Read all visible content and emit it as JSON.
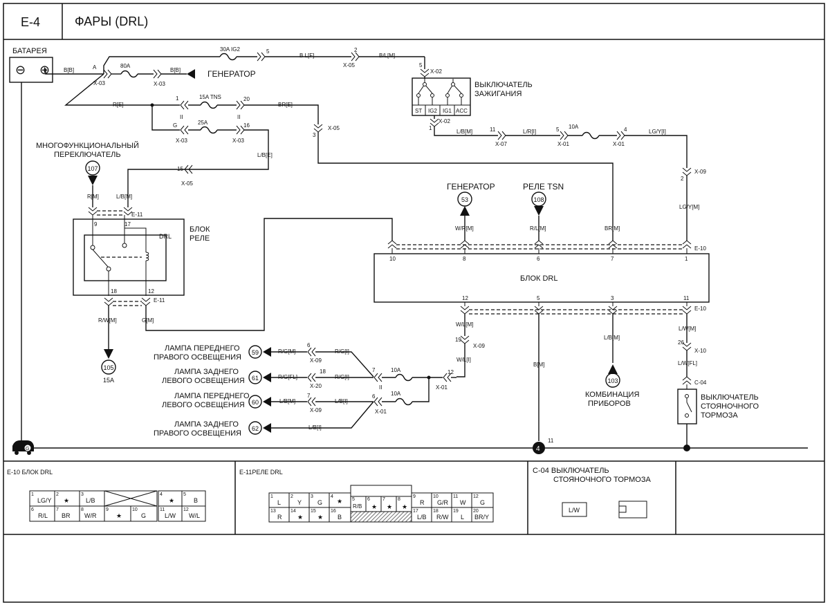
{
  "header": {
    "code": "E-4",
    "title": "ФАРЫ (DRL)"
  },
  "battery": {
    "label": "БАТАРЕЯ",
    "minus": "⊖",
    "plus": "⊕"
  },
  "ignition_switch": {
    "label_l1": "ВЫКЛЮЧАТЕЛЬ",
    "label_l2": "ЗАЖИГАНИЯ",
    "pins": [
      "ST",
      "IG2",
      "IG1",
      "ACC"
    ]
  },
  "multi_switch": {
    "label_l1": "МНОГОФУНКЦИОНАЛЬНЫЙ",
    "label_l2": "ПЕРЕКЛЮЧАТЕЛЬ",
    "ref": "107"
  },
  "relay_block": {
    "label_l1": "БЛОК",
    "label_l2": "РЕЛЕ",
    "inner": "DRL"
  },
  "drl_block": {
    "label": "БЛОК DRL"
  },
  "refs": {
    "generator": {
      "label": "ГЕНЕРАТОР",
      "num": "53"
    },
    "tsn": {
      "label": "РЕЛЕ TSN",
      "num": "108"
    },
    "cluster": {
      "label_l1": "КОМБИНАЦИЯ",
      "label_l2": "ПРИБОРОВ",
      "num": "103"
    },
    "fuse15": {
      "num": "105",
      "sub": "15A"
    },
    "generator_arrow": "ГЕНЕРАТОР",
    "ground4": "4"
  },
  "lamps": [
    {
      "l1": "ЛАМПА ПЕРЕДНЕГО",
      "l2": "ПРАВОГО ОСВЕЩЕНИЯ",
      "num": "59"
    },
    {
      "l1": "ЛАМПА ЗАДНЕГО",
      "l2": "ЛЕВОГО ОСВЕЩЕНИЯ",
      "num": "61"
    },
    {
      "l1": "ЛАМПА ПЕРЕДНЕГО",
      "l2": "ЛЕВОГО ОСВЕЩЕНИЯ",
      "num": "60"
    },
    {
      "l1": "ЛАМПА ЗАДНЕГО",
      "l2": "ПРАВОГО ОСВЕЩЕНИЯ",
      "num": "62"
    }
  ],
  "brake_switch": {
    "l1": "ВЫКЛЮЧАТЕЛЬ",
    "l2": "СТОЯНОЧНОГО",
    "l3": "ТОРМОЗА"
  },
  "wires": {
    "bb": "B[B]",
    "a": "A",
    "x03": "X-03",
    "f80": "80A",
    "bb2": "B[B]",
    "f30": "30A IG2",
    "p5": "5",
    "bl_f": "B L[F]",
    "p2": "2",
    "x05": "X-05",
    "bl_m": "B/L[M]",
    "p5b": "5",
    "x02": "X-02",
    "x02b": "X-02",
    "p1": "1",
    "re": "R[E]",
    "p1b": "1",
    "f15": "15A TNS",
    "p20": "20",
    "bre": "BR[E]",
    "ii1": "II",
    "ii2": "II",
    "g": "G",
    "f25": "25A",
    "p16": "16",
    "x03b": "X-03",
    "x03c": "X-03",
    "p3": "3",
    "x05b": "X-05",
    "lbe": "L/B[E]",
    "p15": "15",
    "x05c": "X-05",
    "lbm": "L/B[M]",
    "p11": "11",
    "x07": "X-07",
    "lri": "L/R[I]",
    "p5c": "5",
    "x01": "X-01",
    "f10": "10A",
    "p4": "4",
    "x01b": "X-01",
    "lgyi": "LG/Y[I]",
    "p2b": "2",
    "x09": "X-09",
    "lgym": "LG/Y[M]",
    "e10": "E-10",
    "rm": "R[M]",
    "lbm2": "L/B[M]",
    "e11": "E-11",
    "p9": "9",
    "p17": "17",
    "p18": "18",
    "p12": "12",
    "e11b": "E-11",
    "rwm": "R/W[M]",
    "gm": "G[M]",
    "wrm": "W/R[M]",
    "rlm": "R/L[M]",
    "brm": "BR[M]",
    "pin10": "10",
    "pin8": "8",
    "pin6": "6",
    "pin7": "7",
    "pin1": "1",
    "pin12": "12",
    "pin5": "5",
    "pin3": "3",
    "pin11": "11",
    "e10b": "E-10",
    "wlm": "W/L[M]",
    "p19": "19",
    "x09b": "X-09",
    "wli": "W/L[I]",
    "bm": "B[M]",
    "lbm3": "L/B[M]",
    "lwm": "L/W[M]",
    "p26": "26",
    "x10": "X-10",
    "lwfl": "L/W[FL]",
    "c04": "C-04",
    "rgm": "R/G[M]",
    "p6": "6",
    "x09c": "X-09",
    "rgi": "R/G[I]",
    "rgfl": "R/G[FL]",
    "p18b": "18",
    "x20": "X-20",
    "rgi2": "R/G[I]",
    "lbm4": "L/B[M]",
    "p7": "7",
    "x09d": "X-09",
    "lbi": "L/B[I]",
    "lbi2": "L/B[I]",
    "p7b": "7",
    "p6b": "6",
    "x01c": "X-01",
    "f10b": "10A",
    "f10c": "10A",
    "p12b": "12",
    "x01d": "X-01",
    "ii3": "II",
    "p11b": "11",
    "g_ground": "G"
  },
  "connectors": {
    "e10": {
      "title": "E-10  БЛОК DRL",
      "cells_top": [
        [
          "1",
          "LG/Y"
        ],
        [
          "2",
          "★"
        ],
        [
          "3",
          "L/B"
        ],
        [
          "4",
          "★"
        ],
        [
          "5",
          "B"
        ]
      ],
      "cells_bot": [
        [
          "6",
          "R/L"
        ],
        [
          "7",
          "BR"
        ],
        [
          "8",
          "W/R"
        ],
        [
          "9",
          "★"
        ],
        [
          "10",
          "G"
        ],
        [
          "11",
          "L/W"
        ],
        [
          "12",
          "W/L"
        ]
      ]
    },
    "e11": {
      "title": "E-11РЕЛЕ DRL",
      "cells_top": [
        [
          "1",
          "L"
        ],
        [
          "2",
          "Y"
        ],
        [
          "3",
          "G"
        ],
        [
          "4",
          "★"
        ],
        [
          "5",
          "R/B"
        ],
        [
          "6",
          "★"
        ],
        [
          "7",
          "★"
        ],
        [
          "8",
          "★"
        ],
        [
          "9",
          "R"
        ],
        [
          "10",
          "G/R"
        ],
        [
          "11",
          "W"
        ],
        [
          "12",
          "G"
        ]
      ],
      "cells_bot": [
        [
          "13",
          "R"
        ],
        [
          "14",
          "★"
        ],
        [
          "15",
          "★"
        ],
        [
          "16",
          "B"
        ],
        [
          "17",
          "L/B"
        ],
        [
          "18",
          "R/W"
        ],
        [
          "19",
          "L"
        ],
        [
          "20",
          "BR/Y"
        ]
      ]
    },
    "c04": {
      "title_l1": "C-04  ВЫКЛЮЧАТЕЛЬ",
      "title_l2": "СТОЯНОЧНОГО ТОРМОЗА",
      "cell": "L/W"
    }
  },
  "colors": {
    "ink": "#111111",
    "paper": "#ffffff",
    "hatch": "#555555"
  }
}
